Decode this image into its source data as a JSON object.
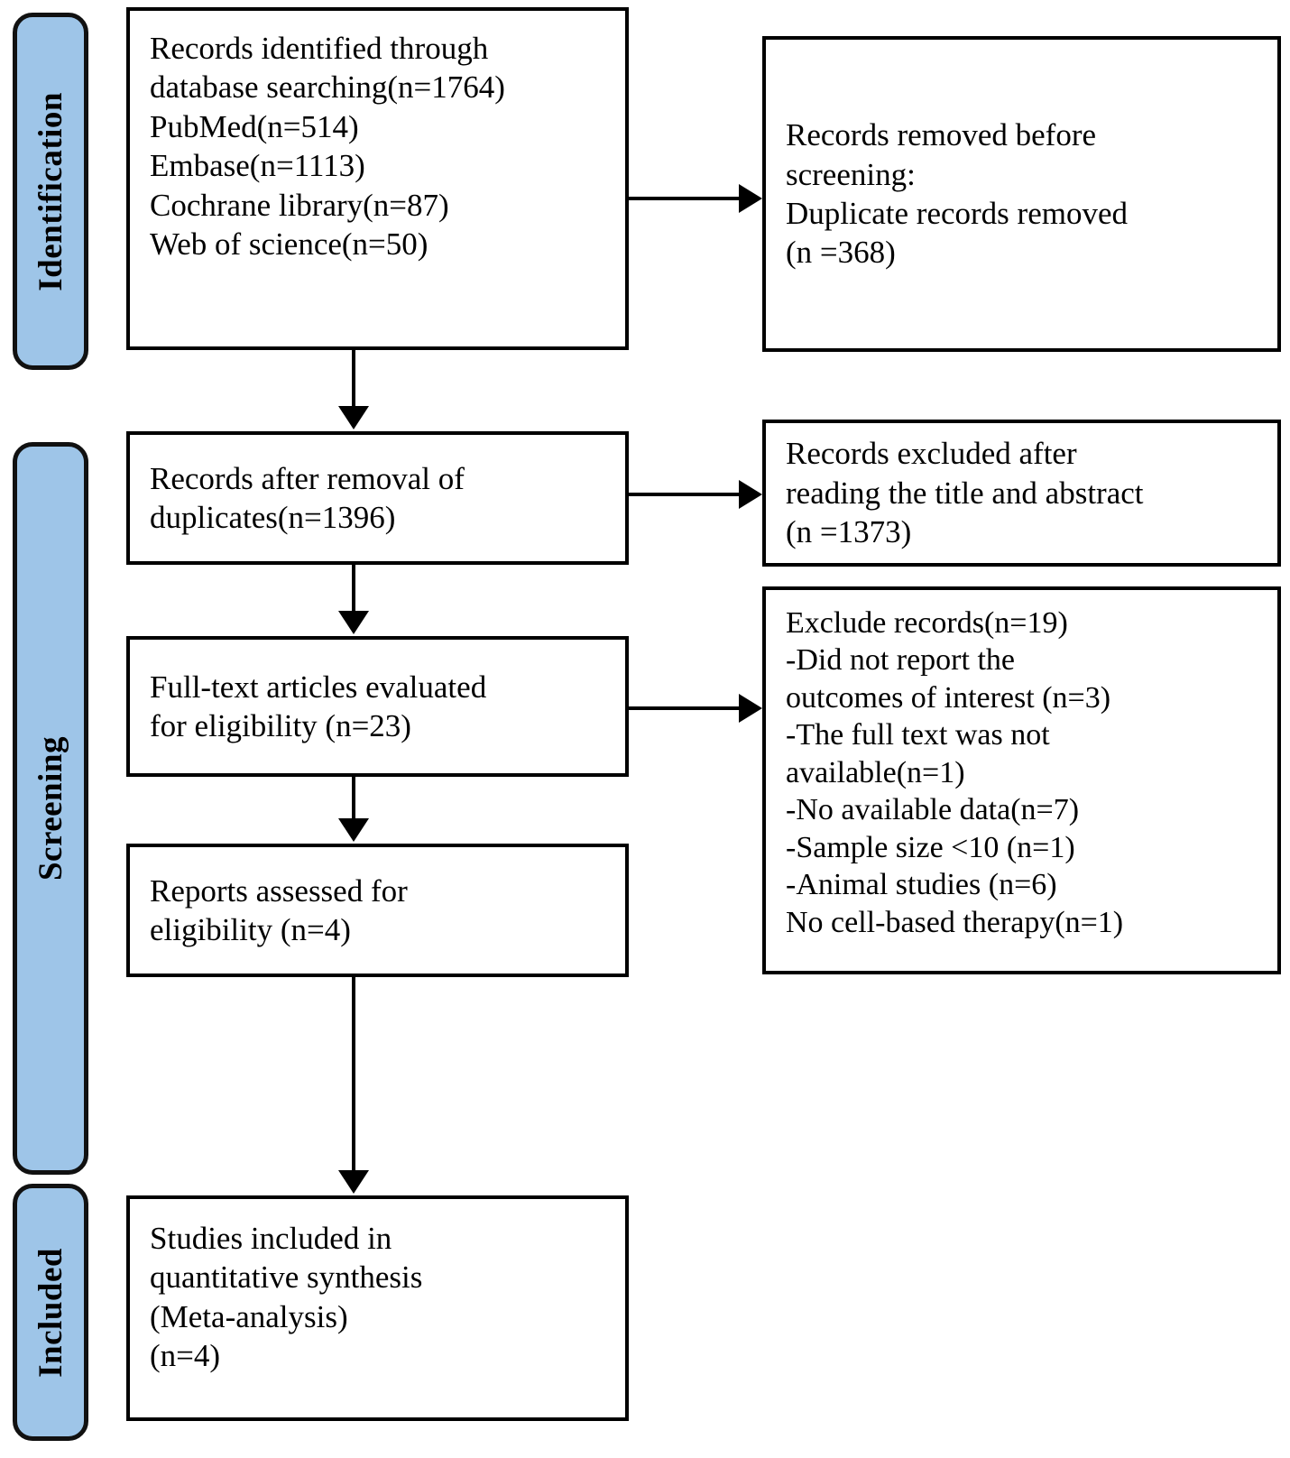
{
  "diagram": {
    "title": "PRISMA study selection flow diagram",
    "accent_color": "#9EC5E8",
    "line_color": "#000000",
    "background": "#ffffff"
  },
  "phases": [
    {
      "id": "identification",
      "label": "Identification"
    },
    {
      "id": "screening",
      "label": "Screening"
    },
    {
      "id": "included",
      "label": "Included"
    }
  ],
  "boxes": {
    "identified": {
      "text": "Records identified through\ndatabase searching(n=1764)\nPubMed(n=514)\nEmbase(n=1113)\nCochrane library(n=87)\nWeb of science(n=50)"
    },
    "removed_before_screening": {
      "text": "Records removed before\nscreening:\nDuplicate records removed\n(n =368)"
    },
    "after_duplicates": {
      "text": "Records after removal of\nduplicates(n=1396)"
    },
    "excluded_title_abstract": {
      "text": "Records excluded after\nreading the title and abstract\n(n =1373)"
    },
    "fulltext_evaluated": {
      "text": "Full-text articles evaluated\nfor eligibility (n=23)"
    },
    "excluded_fulltext": {
      "text": "Exclude records(n=19)\n-Did not report the\noutcomes of interest (n=3)\n-The full text was not\navailable(n=1)\n-No available data(n=7)\n-Sample size <10 (n=1)\n-Animal studies  (n=6)\nNo cell-based therapy(n=1)"
    },
    "reports_assessed": {
      "text": "Reports assessed for\neligibility (n=4)"
    },
    "studies_included": {
      "text": "Studies included in\nquantitative synthesis\n(Meta-analysis)\n(n=4)"
    }
  },
  "chart_data": {
    "type": "flowchart",
    "title": "PRISMA study selection flow",
    "counts": {
      "records_identified_total": 1764,
      "pubmed": 514,
      "embase": 1113,
      "cochrane_library": 87,
      "web_of_science": 50,
      "duplicates_removed": 368,
      "records_after_duplicates": 1396,
      "excluded_title_abstract": 1373,
      "fulltext_evaluated": 23,
      "excluded_fulltext_total": 19,
      "excluded_no_outcomes": 3,
      "excluded_fulltext_unavailable": 1,
      "excluded_no_available_data": 7,
      "excluded_sample_size_lt_10": 1,
      "excluded_animal_studies": 6,
      "excluded_no_cell_based_therapy": 1,
      "reports_assessed": 4,
      "studies_included": 4
    }
  }
}
